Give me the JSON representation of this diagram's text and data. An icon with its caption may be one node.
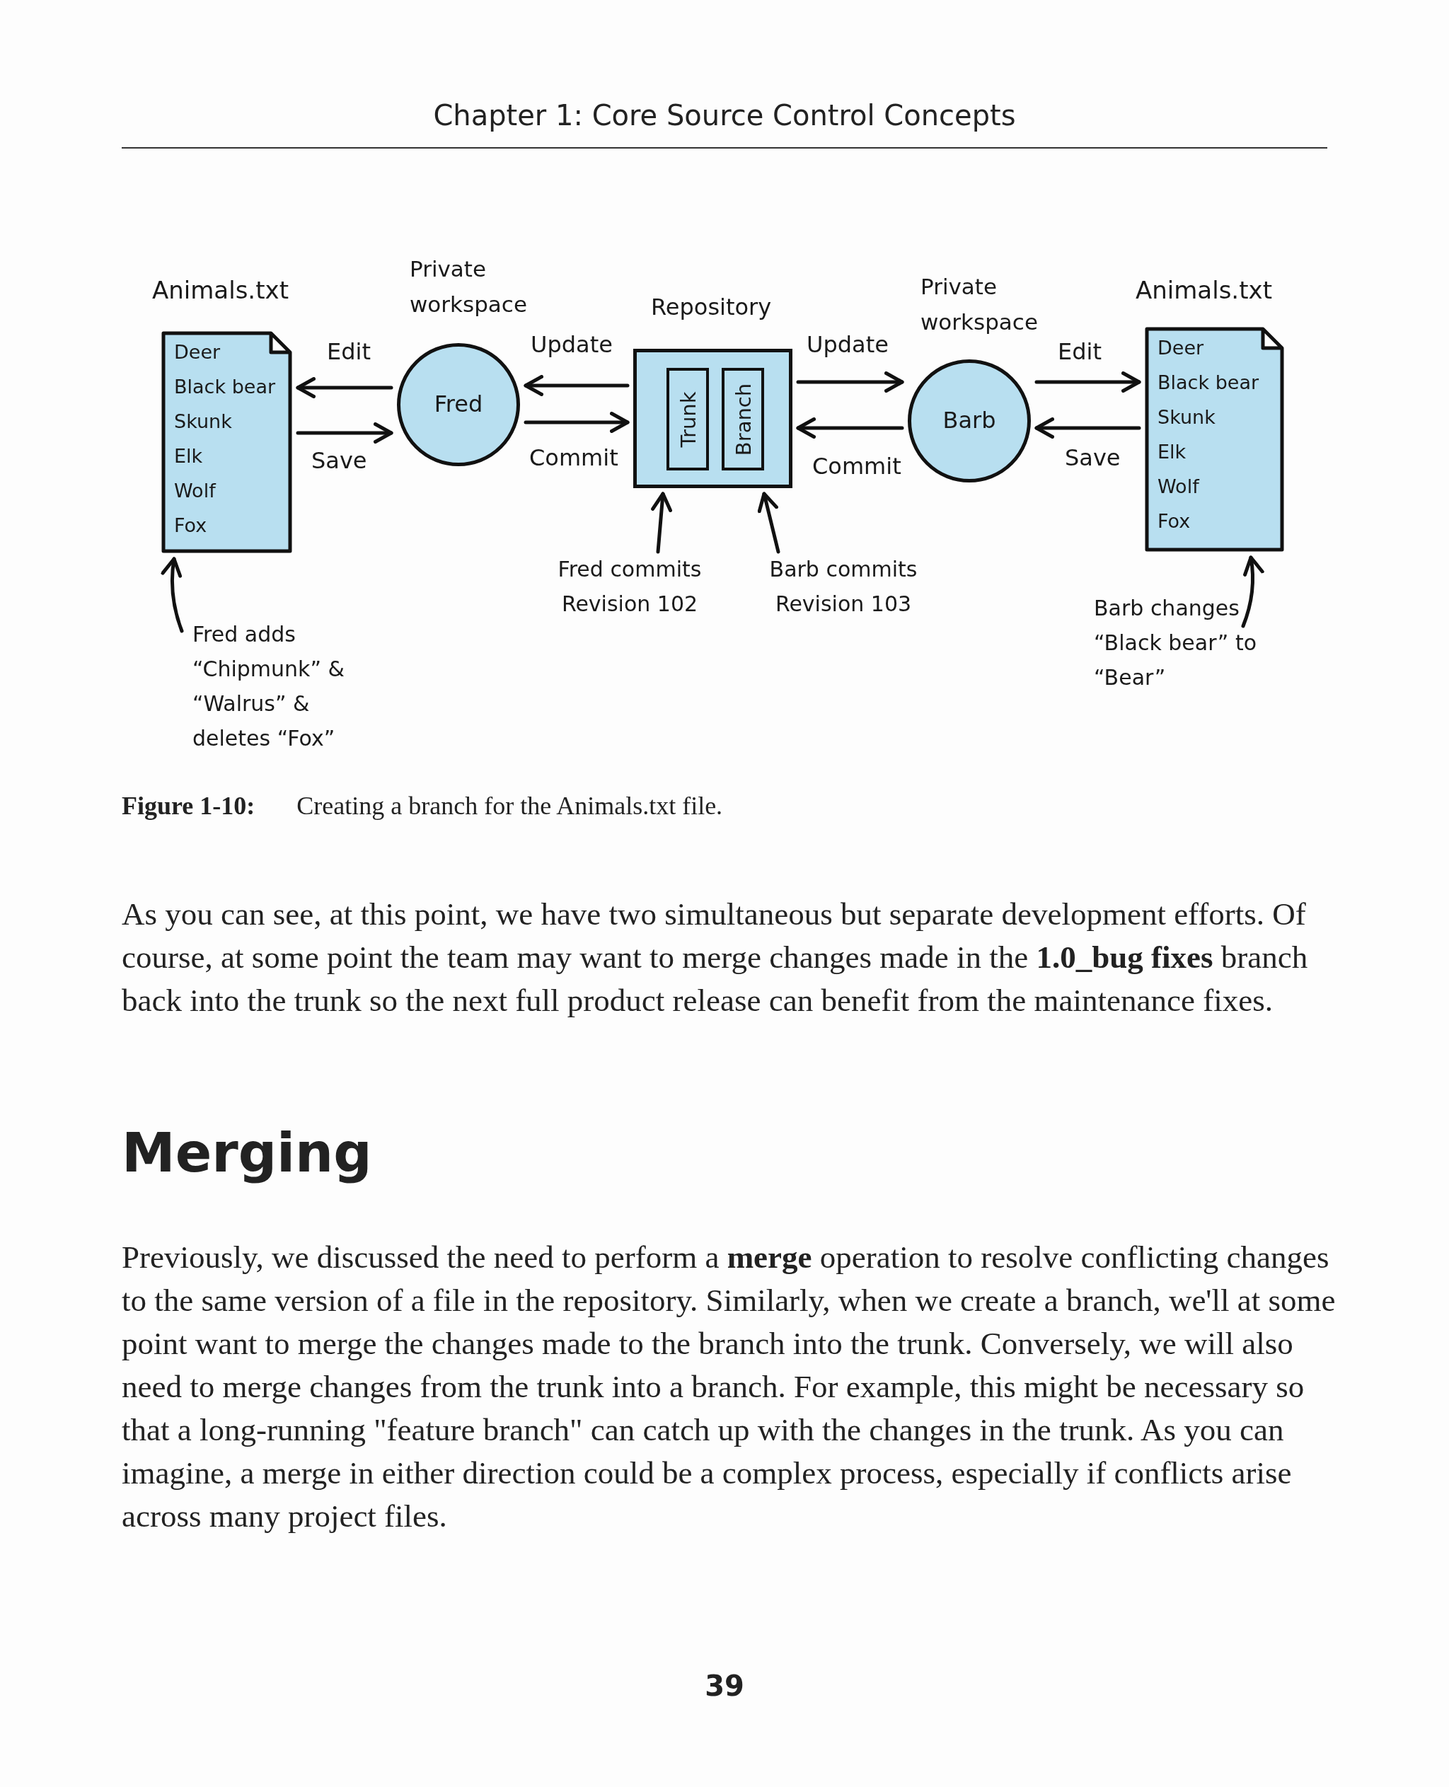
{
  "diagram": {
    "caption": "**Figure 1-10:** Creating a branch for the Animals.txt file.",
    "nodes": [
      {
        "text": [
          "Animals.txt",
          "Deer",
          "Black bear",
          "Skunk",
          "Elk",
          "Wolf",
          "Fox"
        ]
      },
      {
        "text": [
          "Private workspace",
          "Fred"
        ]
      },
      {
        "text": [
          "Repository"
        ]
      },
      {
        "text": [
          "Trunk"
        ],
        "in": 2
      },
      {
        "text": [
          "Branch"
        ],
        "in": 2
      },
      {
        "text": [
          "Private workspace",
          "Barb"
        ]
      },
      {
        "text": [
          "Animals.txt",
          "Deer",
          "Black bear",
          "Skunk",
          "Elk",
          "Wolf",
          "Fox"
        ]
      },
      {
        "text": [
          "Fred adds “Chipmunk” & “Walrus” & deletes “Fox”"
        ]
      },
      {
        "text": [
          "Fred commits Revision 102"
        ]
      },
      {
        "text": [
          "Barb commits Revision 103"
        ]
      },
      {
        "text": [
          "Barb changes “Black bear” to “Bear”"
        ]
      }
    ],
    "edges": [
      {
        "from": 1,
        "to": 0,
        "arrow": "to",
        "label": "Edit"
      },
      {
        "from": 0,
        "to": 1,
        "arrow": "to",
        "label": "Save"
      },
      {
        "from": 2,
        "to": 1,
        "arrow": "to",
        "label": "Update"
      },
      {
        "from": 1,
        "to": 2,
        "arrow": "to",
        "label": "Commit"
      },
      {
        "from": 2,
        "to": 5,
        "arrow": "to",
        "label": "Update"
      },
      {
        "from": 5,
        "to": 2,
        "arrow": "to",
        "label": "Commit"
      },
      {
        "from": 5,
        "to": 6,
        "arrow": "to",
        "label": "Edit"
      },
      {
        "from": 6,
        "to": 5,
        "arrow": "to",
        "label": "Save"
      },
      {
        "from": 7,
        "to": 0,
        "arrow": "to"
      },
      {
        "from": 8,
        "to": 2,
        "arrow": "to"
      },
      {
        "from": 9,
        "to": 2,
        "arrow": "to"
      },
      {
        "from": 10,
        "to": 6,
        "arrow": "to"
      }
    ],
    "labels": [
      "Chapter 1: Core Source Control Concepts",
      "As you can see, at this point, we have two simultaneous but separate development efforts. Of course, at some point the team may want to merge changes made in the **1.0_bug fixes** branch back into the trunk so the next full product release can benefit from the maintenance fixes.",
      "Merging",
      "Previously, we discussed the need to perform a **merge** operation to resolve conflicting changes to the same version of a file in the repository. Similarly, when we create a branch, we'll at some point want to merge the changes made to the branch into the trunk. Conversely, we will also need to merge changes from the trunk into a branch. For example, this might be necessary so that a long-running \"feature branch\" can catch up with the changes in the trunk. As you can imagine, a merge in either direction could be a complex process, especially if conflicts arise across many project files.",
      "39"
    ]
  }
}
